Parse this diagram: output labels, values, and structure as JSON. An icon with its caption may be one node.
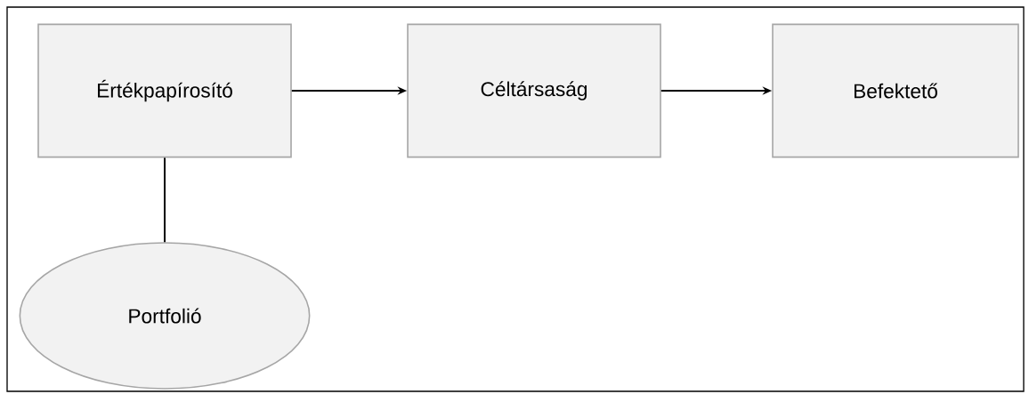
{
  "diagram": {
    "nodes": [
      {
        "text": [
          "Értékpapírosító"
        ]
      },
      {
        "text": [
          "Céltársaság"
        ]
      },
      {
        "text": [
          "Befektető"
        ]
      },
      {
        "text": [
          "Portfolió"
        ]
      }
    ],
    "edges": [
      {
        "from": 0,
        "to": 1,
        "arrow": "to"
      },
      {
        "from": 1,
        "to": 2,
        "arrow": "to"
      },
      {
        "from": 0,
        "to": 3,
        "arrow": "none"
      }
    ]
  }
}
